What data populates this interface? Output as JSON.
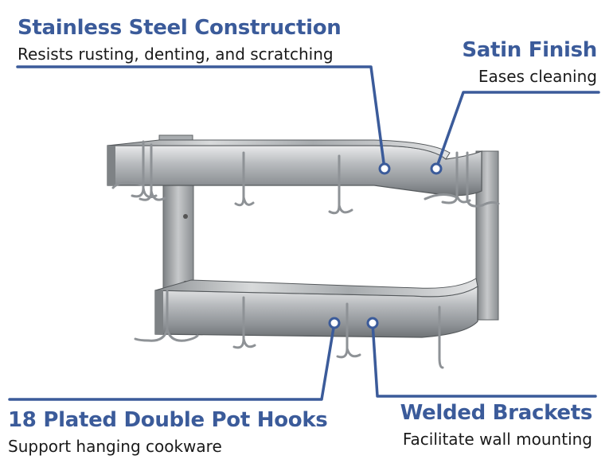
{
  "accent_color": "#3b5b9a",
  "callouts": [
    {
      "title": "Stainless Steel Construction",
      "subtitle": "Resists rusting, denting, and scratching"
    },
    {
      "title": "Satin Finish",
      "subtitle": "Eases cleaning"
    },
    {
      "title": "18 Plated Double Pot Hooks",
      "subtitle": "Support hanging cookware"
    },
    {
      "title": "Welded Brackets",
      "subtitle": "Facilitate wall mounting"
    }
  ],
  "image": {
    "subject": "stainless-steel-wall-pot-rack"
  }
}
